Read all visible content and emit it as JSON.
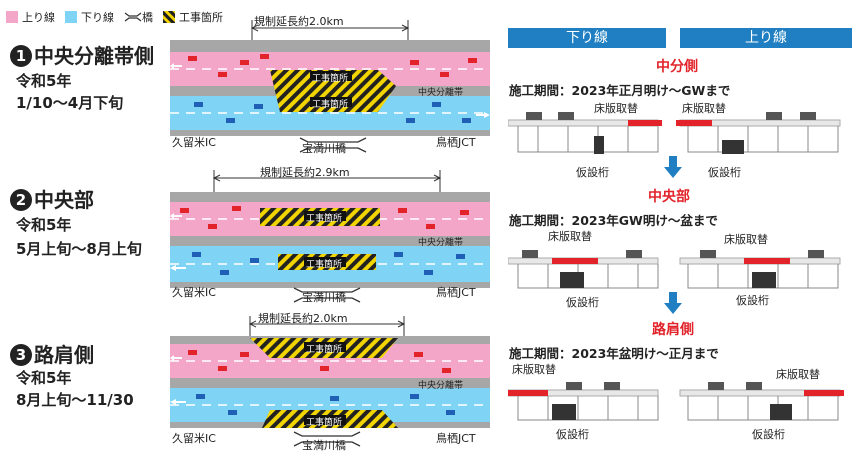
{
  "legend": [
    {
      "label": "上り線",
      "icon": "pink-square"
    },
    {
      "label": "下り線",
      "icon": "blue-square"
    },
    {
      "label": "橋",
      "icon": "bridge-symbol"
    },
    {
      "label": "工事箇所",
      "icon": "hazard-stripes"
    }
  ],
  "colors": {
    "up_line": "#f4a6c8",
    "down_line": "#7fd3f5",
    "header": "#1f7fc2",
    "accent": "#e2232a",
    "hazard": "#f2d500"
  },
  "phases": [
    {
      "num": "1",
      "title": "中央分離帯側",
      "era": "令和5年",
      "dates": "1/10〜4月下旬",
      "length": "規制延長約2.0km",
      "left_ic": "久留米IC",
      "right_ic": "鳥栖JCT",
      "bridge": "宝満川橋",
      "median": "中央分離帯",
      "work": "工事箇所"
    },
    {
      "num": "2",
      "title": "中央部",
      "era": "令和5年",
      "dates": "5月上旬〜8月上旬",
      "length": "規制延長約2.9km",
      "left_ic": "久留米IC",
      "right_ic": "鳥栖JCT",
      "bridge": "宝満川橋",
      "median": "中央分離帯",
      "work": "工事箇所"
    },
    {
      "num": "3",
      "title": "路肩側",
      "era": "令和5年",
      "dates": "8月上旬〜11/30",
      "length": "規制延長約2.0km",
      "left_ic": "久留米IC",
      "right_ic": "鳥栖JCT",
      "bridge": "宝満川橋",
      "median": "中央分離帯",
      "work": "工事箇所"
    }
  ],
  "right": {
    "header_down": "下り線",
    "header_up": "上り線",
    "sections": [
      {
        "name": "中分側",
        "period": "施工期間：2023年正月明け〜GWまで",
        "replace": "床版取替",
        "temp": "仮設桁"
      },
      {
        "name": "中央部",
        "period": "施工期間：2023年GW明け〜盆まで",
        "replace": "床版取替",
        "temp": "仮設桁"
      },
      {
        "name": "路肩側",
        "period": "施工期間：2023年盆明け〜正月まで",
        "replace": "床版取替",
        "temp": "仮設桁"
      }
    ]
  }
}
